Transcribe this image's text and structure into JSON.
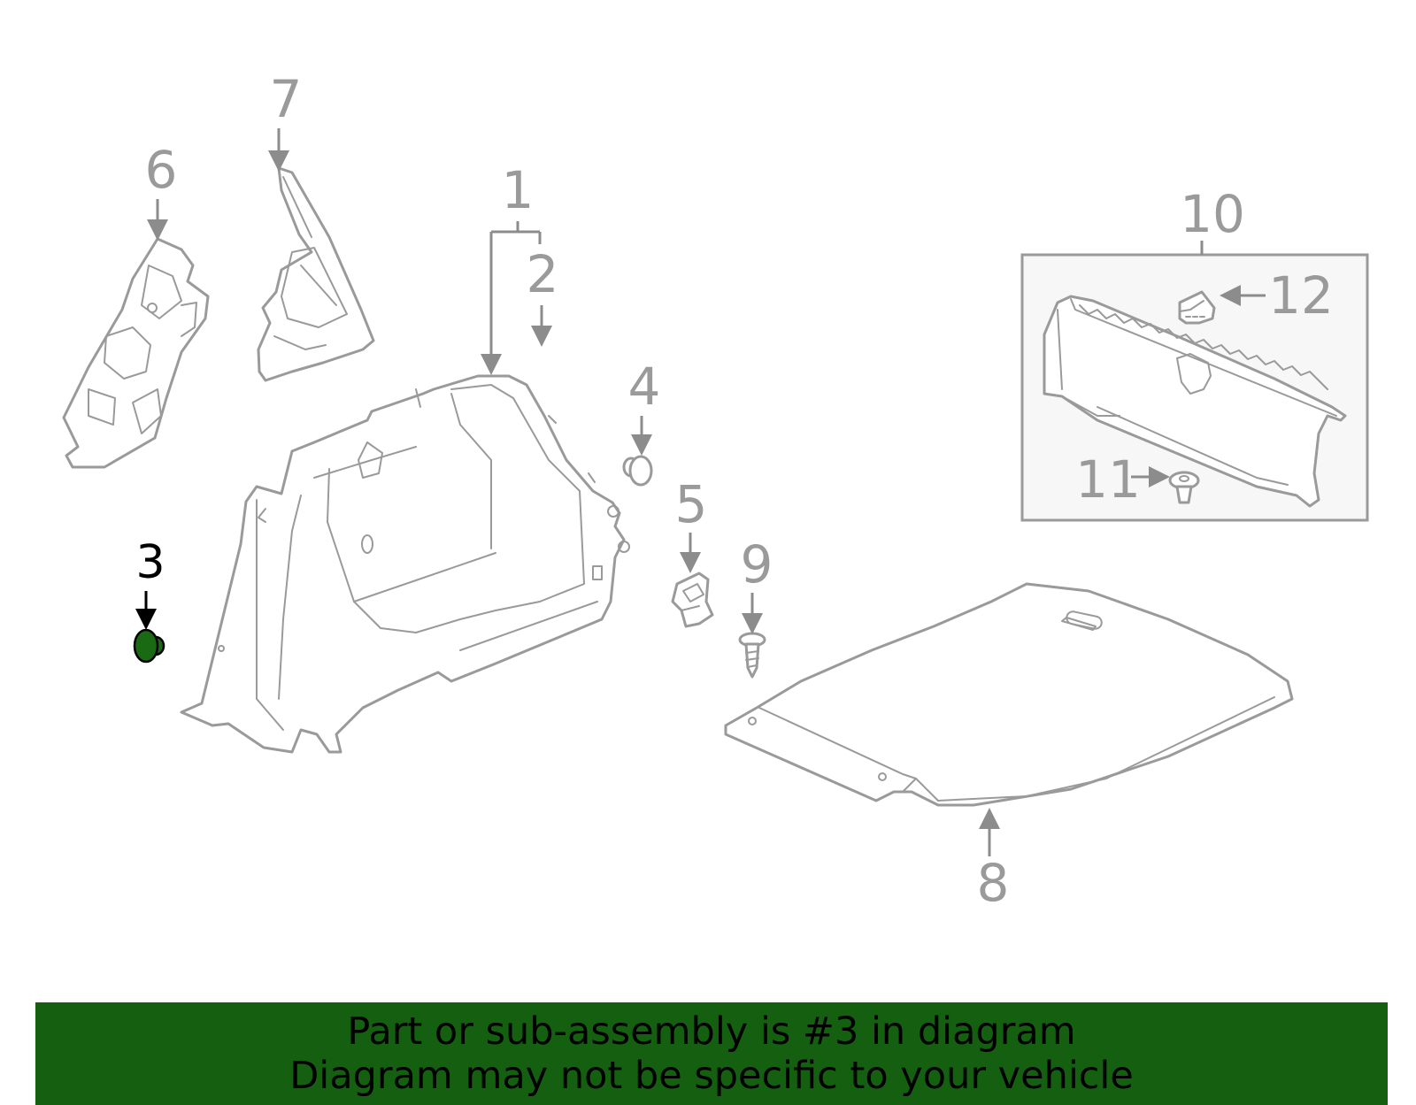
{
  "callouts": {
    "c1": "1",
    "c2": "2",
    "c3": "3",
    "c4": "4",
    "c5": "5",
    "c6": "6",
    "c7": "7",
    "c8": "8",
    "c9": "9",
    "c10": "10",
    "c11": "11",
    "c12": "12"
  },
  "highlighted_part": "3",
  "colors": {
    "line": "#9a9a9a",
    "highlight_fill": "#1a6a14",
    "banner_bg": "#146010",
    "banner_text": "#000000"
  },
  "banner": {
    "line1": "Part or sub-assembly is #3 in diagram",
    "line2": "Diagram may not be specific to your vehicle"
  }
}
